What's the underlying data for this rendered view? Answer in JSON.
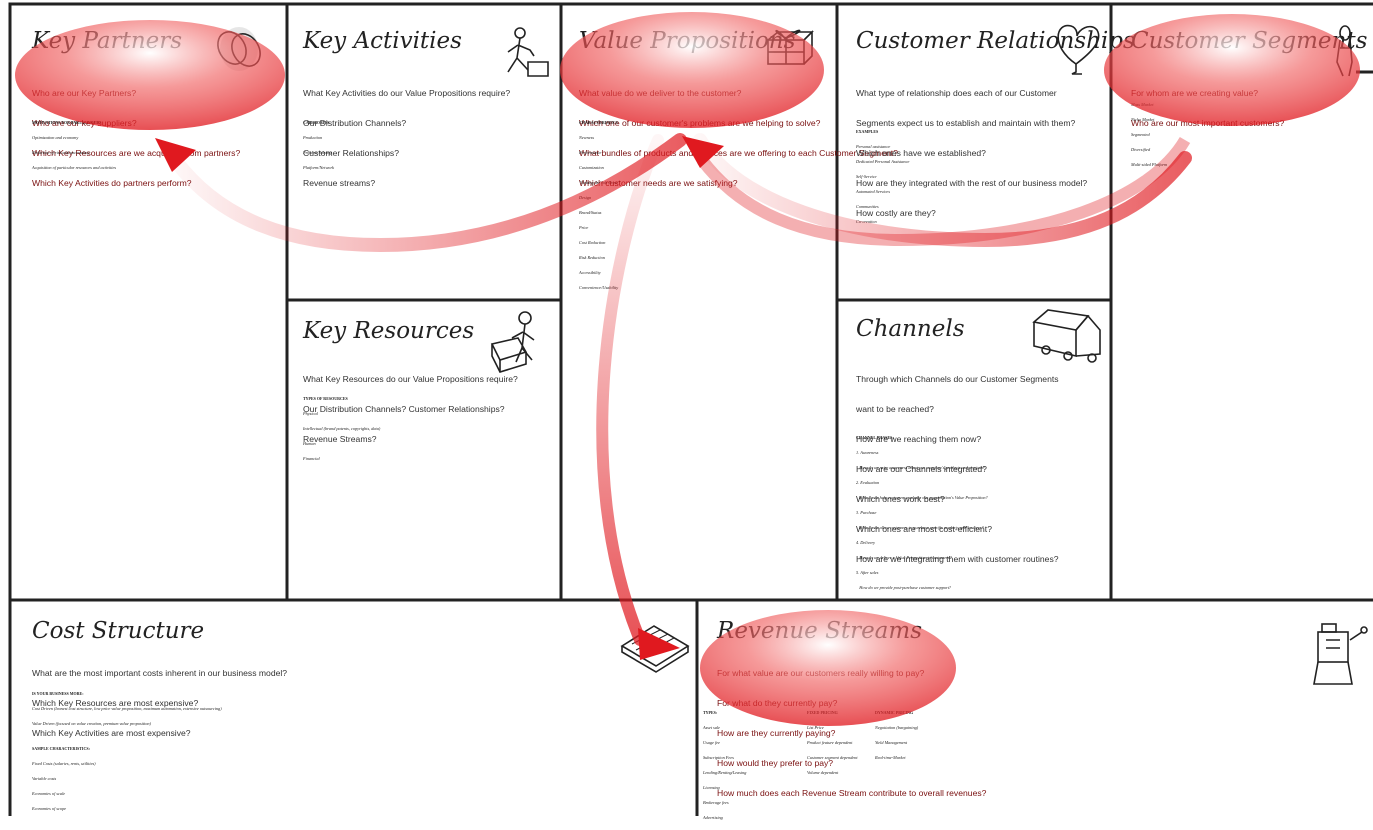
{
  "canvas": {
    "blocks": {
      "key_partners": {
        "title": "Key Partners",
        "questions": [
          "Who are our Key Partners?",
          "Who are our key suppliers?",
          "Which Key Resources are we acquiring from partners?",
          "Which Key Activities do partners perform?"
        ],
        "notes": [
          "MOTIVATIONS FOR PARTNERSHIPS",
          "Optimization and economy",
          "Reduction of risk and uncertainty",
          "Acquisition of particular resources and activities"
        ]
      },
      "key_activities": {
        "title": "Key Activities",
        "questions": [
          "What Key Activities do our Value Propositions require?",
          "Our Distribution Channels?",
          "Customer Relationships?",
          "Revenue streams?"
        ],
        "notes": [
          "CATEGORIES",
          "Production",
          "Problem Solving",
          "Platform/Network"
        ]
      },
      "value_propositions": {
        "title": "Value Propositions",
        "questions": [
          "What value do we deliver to the customer?",
          "Which one of our customer's problems are we helping to solve?",
          "What bundles of products and services are we offering to each Customer Segment?",
          "Which customer needs are we satisfying?"
        ],
        "notes": [
          "CHARACTERISTICS",
          "Newness",
          "Performance",
          "Customization",
          "\"Getting the Job Done\"",
          "Design",
          "Brand/Status",
          "Price",
          "Cost Reduction",
          "Risk Reduction",
          "Accessibility",
          "Convenience/Usability"
        ]
      },
      "customer_relationships": {
        "title": "Customer Relationships",
        "questions": [
          "What type of relationship does each of our Customer",
          "Segments expect us to establish and maintain with them?",
          "Which ones have we established?",
          "How are they integrated with the rest of our business model?",
          "How costly are they?"
        ],
        "notes": [
          "EXAMPLES",
          "Personal assistance",
          "Dedicated Personal Assistance",
          "Self-Service",
          "Automated Services",
          "Communities",
          "Co-creation"
        ]
      },
      "customer_segments": {
        "title": "Customer Segments",
        "questions": [
          "For whom are we creating value?",
          "Who are our most important customers?"
        ],
        "notes": [
          "Mass Market",
          "Niche Market",
          "Segmented",
          "Diversified",
          "Multi-sided Platform"
        ]
      },
      "key_resources": {
        "title": "Key Resources",
        "questions": [
          "What Key Resources do our Value Propositions require?",
          "Our Distribution Channels? Customer Relationships?",
          "Revenue Streams?"
        ],
        "notes": [
          "TYPES OF RESOURCES",
          "Physical",
          "Intellectual (brand patents, copyrights, data)",
          "Human",
          "Financial"
        ]
      },
      "channels": {
        "title": "Channels",
        "questions": [
          "Through which Channels do our Customer Segments",
          "want to be reached?",
          "How are we reaching them now?",
          "How are our Channels integrated?",
          "Which ones work best?",
          "Which ones are most cost-efficient?",
          "How are we integrating them with customer routines?"
        ],
        "notes": [
          "CHANNEL PHASES:",
          "1. Awareness",
          "   How do we raise awareness about our company's products and services?",
          "2. Evaluation",
          "   How do we help customers evaluate our organization's Value Proposition?",
          "3. Purchase",
          "   How do we allow customers to purchase specific products and services?",
          "4. Delivery",
          "   How do we deliver a Value Proposition to customers?",
          "5. After sales",
          "   How do we provide post-purchase customer support?"
        ]
      },
      "cost_structure": {
        "title": "Cost Structure",
        "questions": [
          "What are the most important costs inherent in our business model?",
          "Which Key Resources are most expensive?",
          "Which Key Activities are most expensive?"
        ],
        "notes": [
          "IS YOUR BUSINESS MORE:",
          "Cost Driven (leanest cost structure, low price value proposition, maximum automation, extensive outsourcing)",
          "Value Driven (focused on value creation, premium value proposition)",
          "",
          "SAMPLE CHARACTERISTICS:",
          "Fixed Costs (salaries, rents, utilities)",
          "Variable costs",
          "Economies of scale",
          "Economies of scope"
        ]
      },
      "revenue_streams": {
        "title": "Revenue Streams",
        "questions": [
          "For what value are our customers really willing to pay?",
          "For what do they currently pay?",
          "How are they currently paying?",
          "How would they prefer to pay?",
          "How much does each Revenue Stream contribute to overall revenues?"
        ],
        "notes_col1": [
          "TYPES:",
          "Asset sale",
          "Usage fee",
          "Subscription Fees",
          "Lending/Renting/Leasing",
          "Licensing",
          "Brokerage fees",
          "Advertising"
        ],
        "notes_col2": [
          "FIXED PRICING",
          "List Price",
          "Product feature dependent",
          "Customer segment dependent",
          "Volume dependent"
        ],
        "notes_col3": [
          "DYNAMIC PRICING",
          "Negotiation (bargaining)",
          "Yield Management",
          "Real-time-Market"
        ]
      }
    }
  },
  "icons": {
    "key_partners": "linked-rings-icon",
    "key_activities": "worker-icon",
    "value_propositions": "gift-icon",
    "customer_relationships": "heart-icon",
    "customer_segments": "person-icon",
    "key_resources": "resources-icon",
    "channels": "truck-icon",
    "cost_structure": "price-tag-icon",
    "revenue_streams": "cash-register-icon"
  },
  "colors": {
    "highlight": "#e0191f",
    "grid": "#222222",
    "arrow": "#cc2222"
  }
}
